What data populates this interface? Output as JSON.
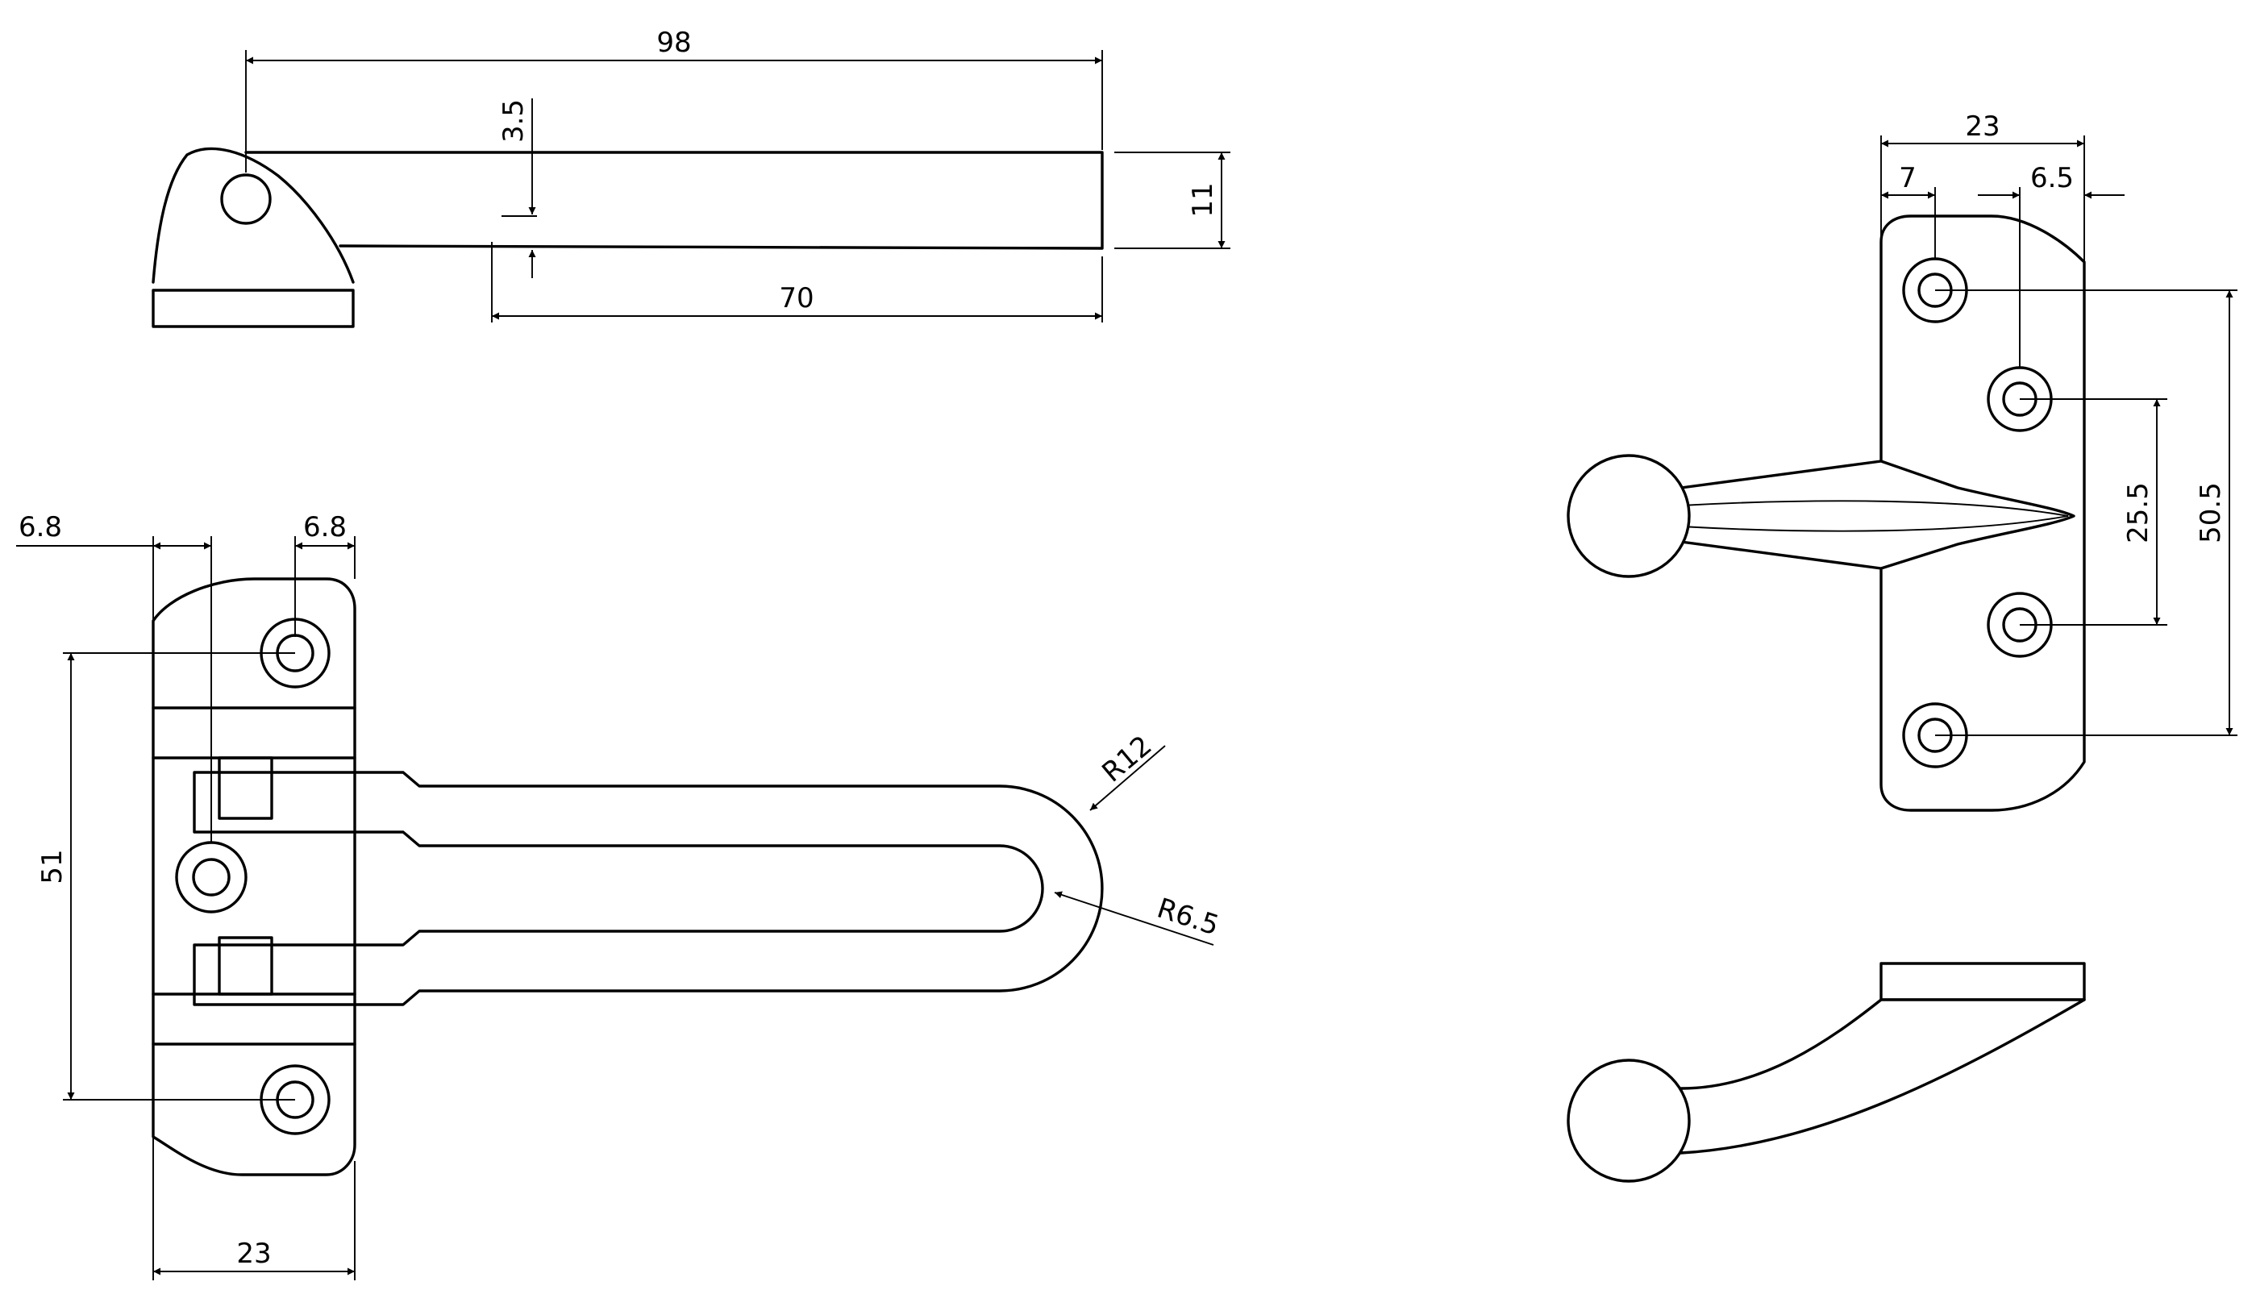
{
  "drawing": {
    "background": "#ffffff",
    "line_color": "#000000"
  },
  "dimensions": {
    "top_length": "98",
    "top_offset": "3.5",
    "top_height": "11",
    "top_arm_length": "70",
    "left_edge_margin": "6.8",
    "right_edge_margin": "6.8",
    "left_hole_spacing": "51",
    "left_width": "23",
    "outer_radius": "R12",
    "inner_radius": "R6.5",
    "right_width": "23",
    "right_edge_left": "7",
    "right_edge_right": "6.5",
    "right_inner_spacing": "25.5",
    "right_outer_spacing": "50.5"
  }
}
